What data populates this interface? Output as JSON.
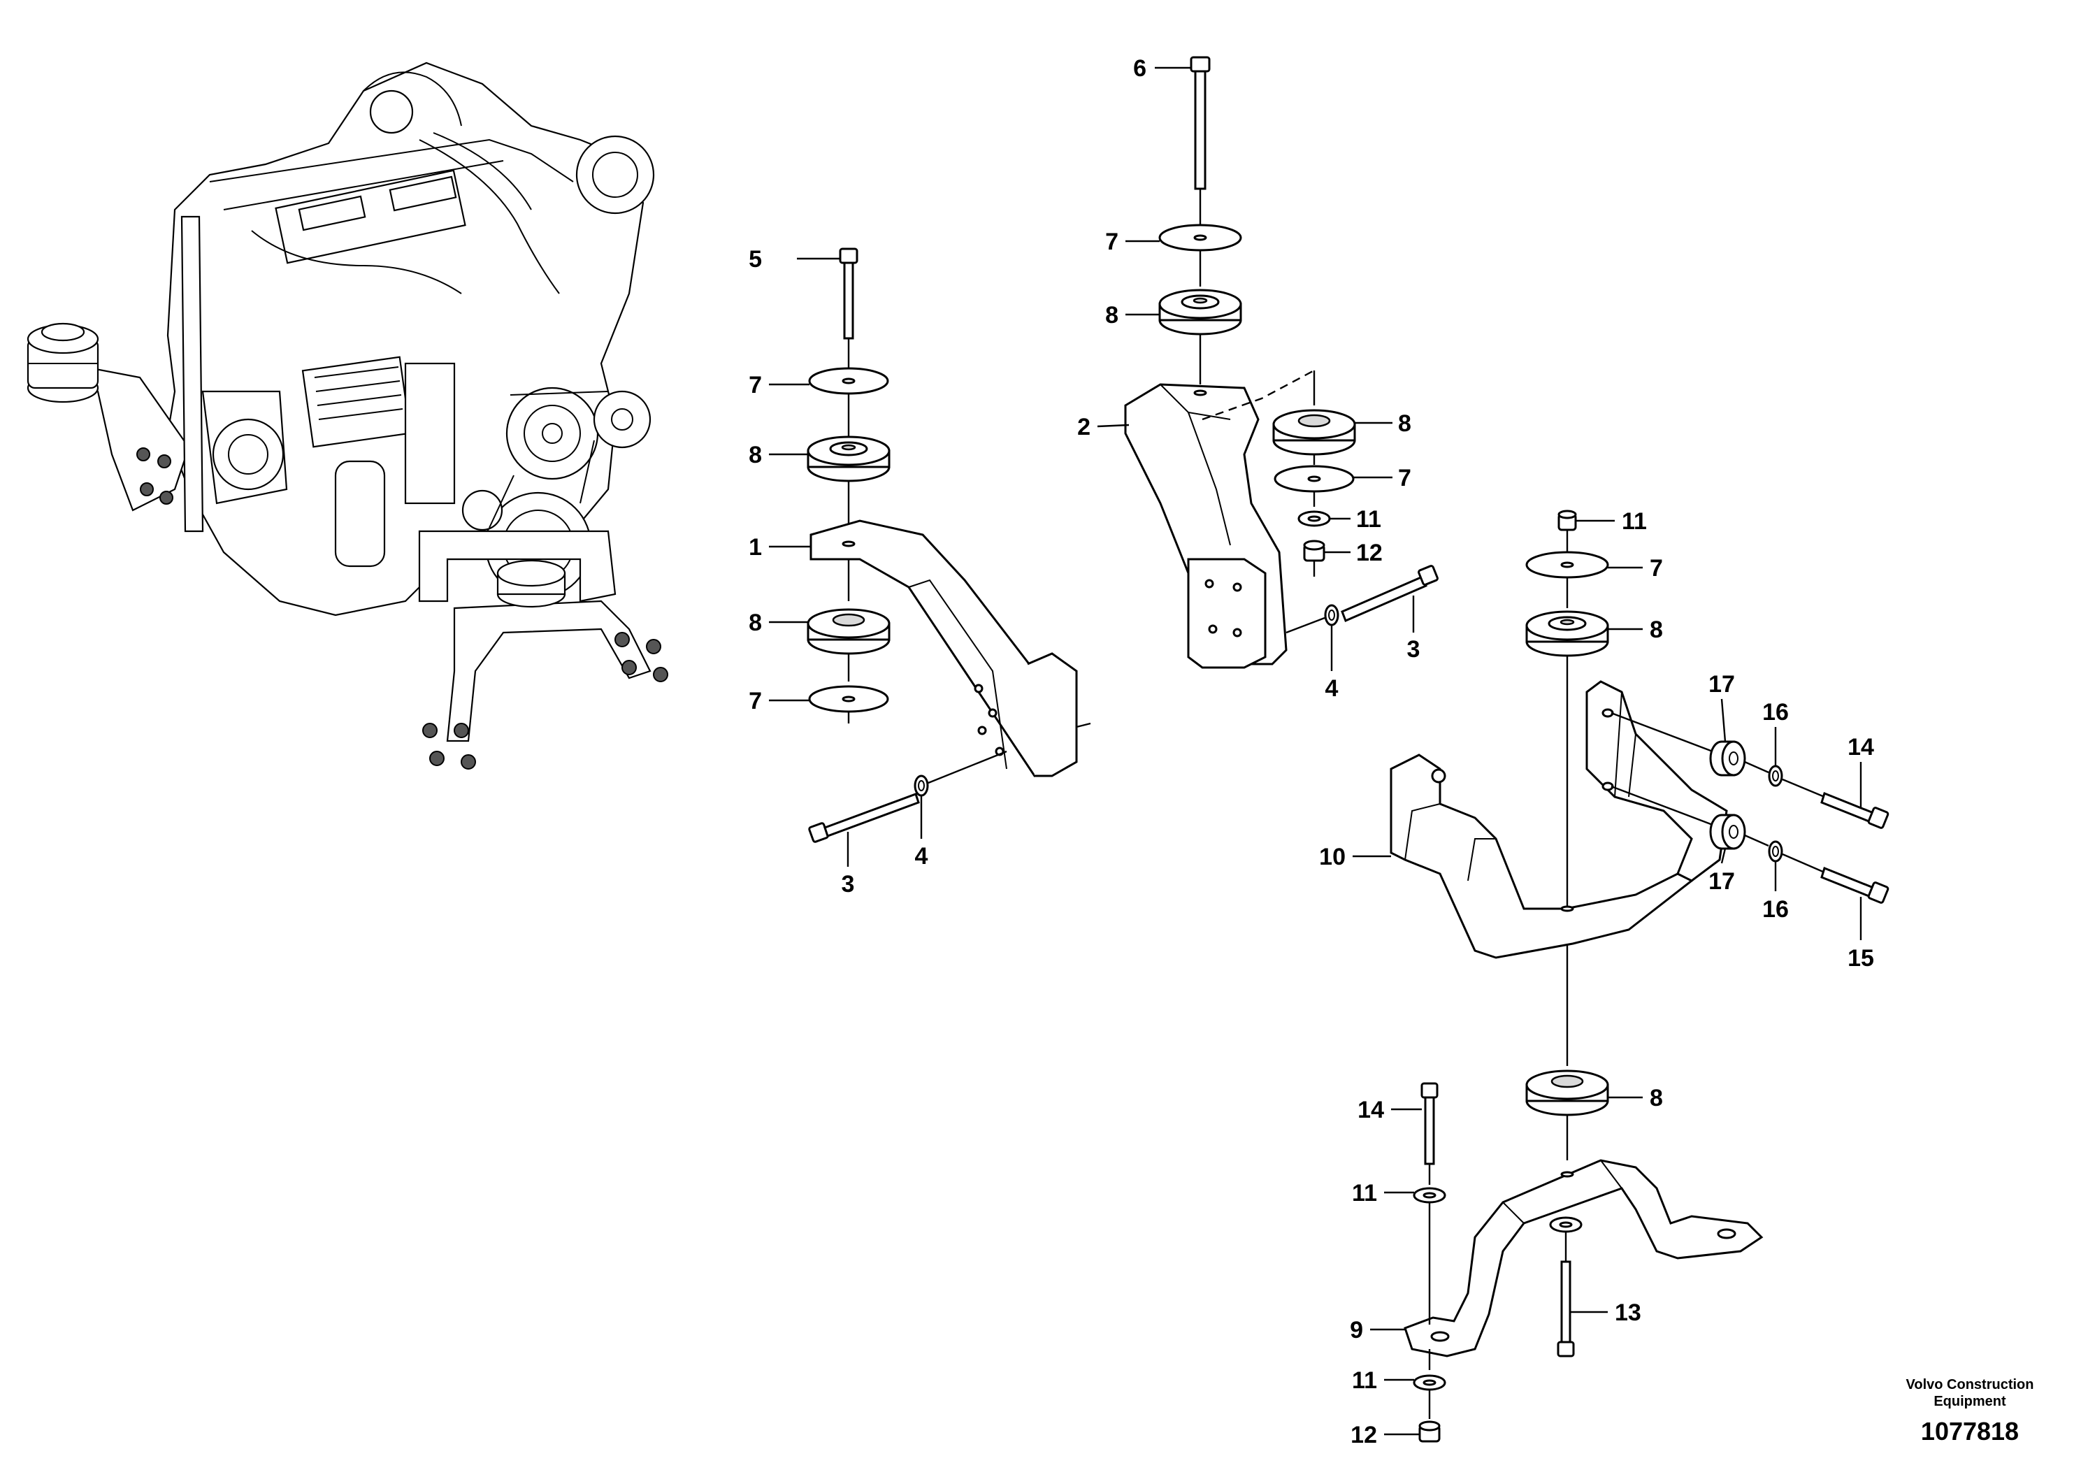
{
  "callouts": [
    "1",
    "2",
    "3",
    "3",
    "4",
    "4",
    "5",
    "6",
    "7",
    "7",
    "7",
    "7",
    "7",
    "8",
    "8",
    "8",
    "8",
    "8",
    "8",
    "9",
    "10",
    "11",
    "11",
    "11",
    "11",
    "12",
    "12",
    "13",
    "14",
    "14",
    "15",
    "16",
    "16",
    "17",
    "17"
  ],
  "labels": {
    "n1": "1",
    "n2": "2",
    "n3a": "3",
    "n3b": "3",
    "n4a": "4",
    "n4b": "4",
    "n5": "5",
    "n6": "6",
    "n7a": "7",
    "n7b": "7",
    "n7c": "7",
    "n7d": "7",
    "n7e": "7",
    "n8a": "8",
    "n8b": "8",
    "n8c": "8",
    "n8d": "8",
    "n8e": "8",
    "n8f": "8",
    "n9": "9",
    "n10": "10",
    "n11a": "11",
    "n11b": "11",
    "n11c": "11",
    "n11d": "11",
    "n12a": "12",
    "n12b": "12",
    "n13": "13",
    "n14a": "14",
    "n14b": "14",
    "n15": "15",
    "n16a": "16",
    "n16b": "16",
    "n17a": "17",
    "n17b": "17"
  },
  "brand": {
    "line1": "Volvo Construction",
    "line2": "Equipment",
    "drawing_number": "1077818"
  }
}
